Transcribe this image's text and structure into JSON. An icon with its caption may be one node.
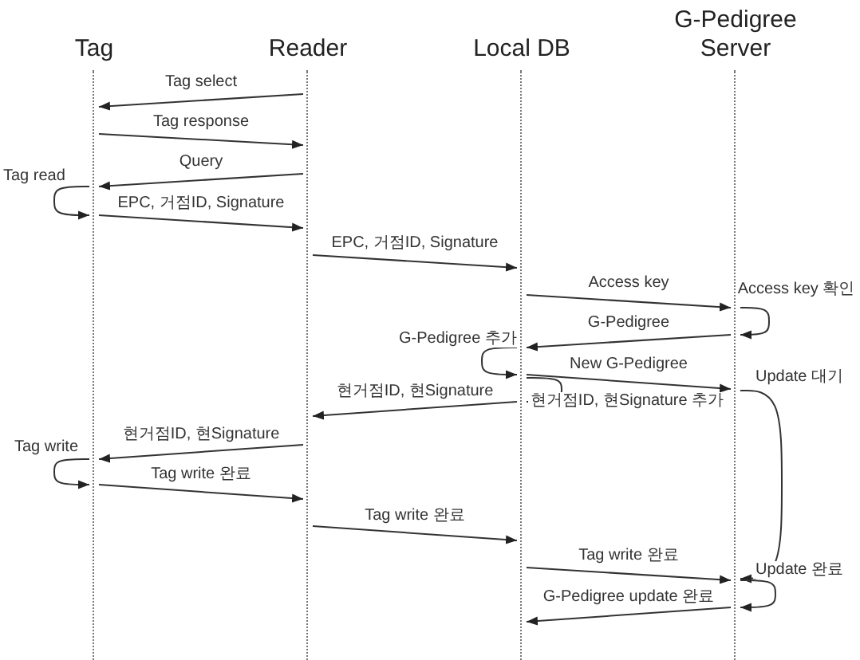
{
  "diagram": {
    "nodes": [
      {
        "text": [
          "Tag"
        ]
      },
      {
        "text": [
          "Reader"
        ]
      },
      {
        "text": [
          "Local DB"
        ]
      },
      {
        "text": [
          "G-Pedigree Server"
        ]
      }
    ],
    "edges": [
      {
        "from": 1,
        "to": 0,
        "arrow": "to",
        "label": "Tag select"
      },
      {
        "from": 0,
        "to": 1,
        "arrow": "to",
        "label": "Tag response"
      },
      {
        "from": 1,
        "to": 0,
        "arrow": "to",
        "label": "Query"
      },
      {
        "from": 0,
        "to": 0,
        "arrow": "to",
        "label": "Tag read"
      },
      {
        "from": 0,
        "to": 1,
        "arrow": "to",
        "label": "EPC, 거점ID, Signature"
      },
      {
        "from": 1,
        "to": 2,
        "arrow": "to",
        "label": "EPC, 거점ID, Signature"
      },
      {
        "from": 2,
        "to": 3,
        "arrow": "to",
        "label": "Access key"
      },
      {
        "from": 3,
        "to": 3,
        "arrow": "to",
        "label": "Access key 확인"
      },
      {
        "from": 3,
        "to": 2,
        "arrow": "to",
        "label": "G-Pedigree"
      },
      {
        "from": 2,
        "to": 2,
        "arrow": "to",
        "label": "G-Pedigree 추가"
      },
      {
        "from": 2,
        "to": 3,
        "arrow": "to",
        "label": "New G-Pedigree"
      },
      {
        "from": 2,
        "to": 2,
        "arrow": "to",
        "label": "현거점ID, 현Signature 추가"
      },
      {
        "from": 2,
        "to": 1,
        "arrow": "to",
        "label": "현거점ID, 현Signature"
      },
      {
        "from": 3,
        "to": 3,
        "arrow": "to",
        "label": "Update 대기"
      },
      {
        "from": 1,
        "to": 0,
        "arrow": "to",
        "label": "현거점ID, 현Signature"
      },
      {
        "from": 0,
        "to": 0,
        "arrow": "to",
        "label": "Tag write"
      },
      {
        "from": 0,
        "to": 1,
        "arrow": "to",
        "label": "Tag write 완료"
      },
      {
        "from": 1,
        "to": 2,
        "arrow": "to",
        "label": "Tag write 완료"
      },
      {
        "from": 2,
        "to": 3,
        "arrow": "to",
        "label": "Tag write 완료"
      },
      {
        "from": 3,
        "to": 3,
        "arrow": "to",
        "label": "Update 완료"
      },
      {
        "from": 3,
        "to": 2,
        "arrow": "to",
        "label": "G-Pedigree update 완료"
      }
    ]
  }
}
